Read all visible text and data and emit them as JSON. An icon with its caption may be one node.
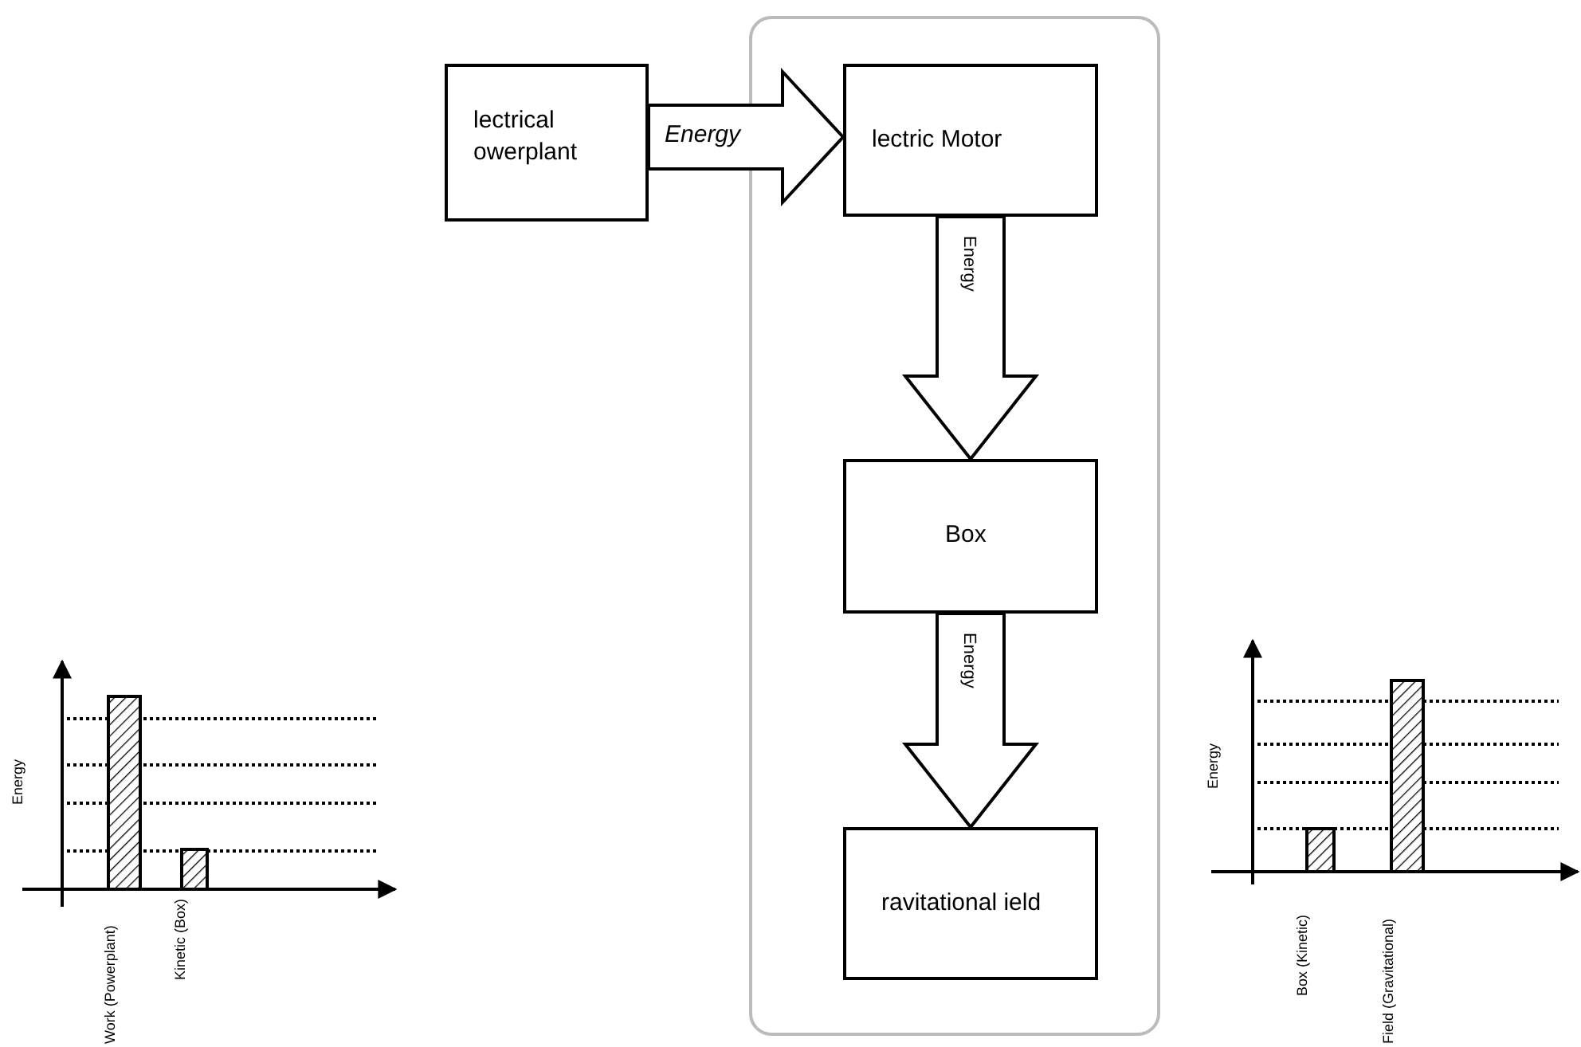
{
  "diagram": {
    "nodes": [
      {
        "text": [],
        "shape": "box"
      },
      {
        "text": [
          "lectrical owerplant"
        ]
      },
      {
        "text": [
          "lectric Motor"
        ],
        "in": 0
      },
      {
        "text": [
          "Box"
        ],
        "in": 0
      },
      {
        "text": [
          "ravitational ield"
        ],
        "in": 0
      }
    ],
    "edges": [
      {
        "from": 1,
        "to": 2,
        "arrow": "to",
        "label": "Energy",
        "style": "thick"
      },
      {
        "from": 2,
        "to": 3,
        "arrow": "to",
        "label": "Energy",
        "style": "thick"
      },
      {
        "from": 3,
        "to": 4,
        "arrow": "to",
        "label": "Energy",
        "style": "thick"
      }
    ],
    "labels": [
      "Energy",
      "Work (Powerplant)",
      "Kinetic (Box)",
      "Energy",
      "Box (Kinetic)",
      "Field (Gravitational)"
    ]
  }
}
